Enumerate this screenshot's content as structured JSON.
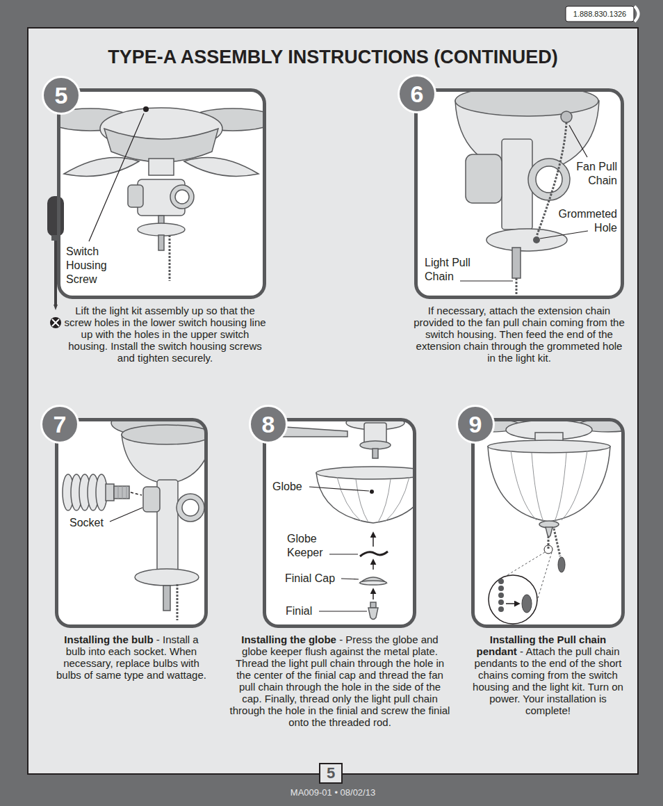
{
  "diagram": {
    "title": "TYPE-A ASSEMBLY INSTRUCTIONS (CONTINUED)",
    "nodes": [
      {
        "text": [
          "Lift the light kit assembly up so that the screw holes in the lower switch housing line up with the holes in the upper switch housing. Install the switch housing screws and tighten securely."
        ]
      },
      {
        "text": [
          "5"
        ],
        "in": 0
      },
      {
        "text": [
          "If necessary, attach the extension chain provided to the fan pull chain coming from the switch housing. Then feed the end of the extension chain through the grommeted hole in the light kit."
        ]
      },
      {
        "text": [
          "6"
        ],
        "in": 2
      },
      {
        "text": [
          "Installing the bulb",
          "- Install a bulb into each socket. When necessary, replace bulbs with bulbs of same type and wattage."
        ]
      },
      {
        "text": [
          "7"
        ],
        "in": 4
      },
      {
        "text": [
          "Installing the globe",
          "- Press the globe and globe keeper flush against the metal plate. Thread the light pull chain through the hole in the center of the finial cap and thread the fan pull chain through the hole in the side of the cap. Finally, thread only the light pull chain through the hole in the finial and screw the finial onto the threaded rod."
        ]
      },
      {
        "text": [
          "8"
        ],
        "in": 6
      },
      {
        "text": [
          "Installing the Pull chain pendant",
          "- Attach the pull chain pendants to the end of the short chains coming from the switch housing and the light kit. Turn on power. Your installation is complete!"
        ]
      },
      {
        "text": [
          "9"
        ],
        "in": 8
      }
    ],
    "labels": [
      "1.888.830.1326",
      "Switch Housing Screw",
      "Fan Pull Chain",
      "Grommeted Hole",
      "Light Pull Chain",
      "Socket",
      "Globe",
      "Globe Keeper",
      "Finial Cap",
      "Finial",
      "5",
      "MA009-01 • 08/02/13"
    ]
  }
}
